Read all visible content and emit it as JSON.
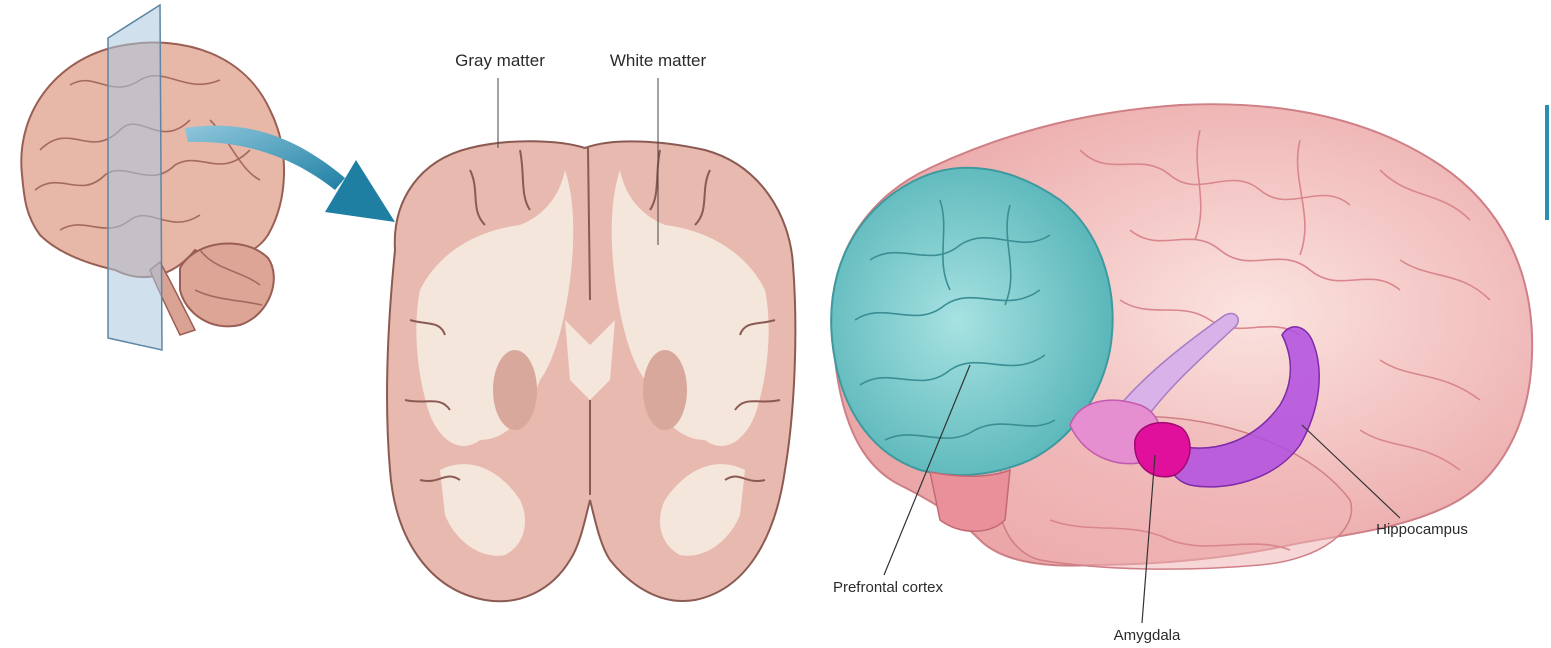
{
  "labels": {
    "gray_matter": "Gray matter",
    "white_matter": "White matter",
    "prefrontal_cortex": "Prefrontal cortex",
    "amygdala": "Amygdala",
    "hippocampus": "Hippocampus"
  },
  "colors": {
    "brain_tissue": "#e8b9ae",
    "brain_outline": "#a0665e",
    "white_matter": "#f5e6dc",
    "prefrontal": "#7fcfd0",
    "amygdala": "#e0109c",
    "hippocampus": "#b04ee0",
    "arrow": "#2a8fb0",
    "section_plane": "#a9c9df"
  }
}
